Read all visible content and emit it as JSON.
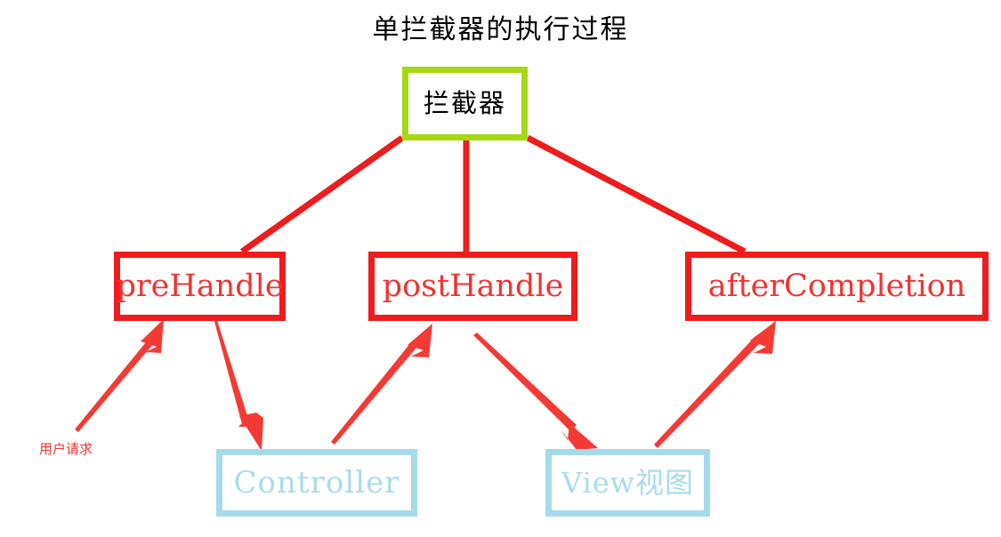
{
  "diagram": {
    "title": "单拦截器的执行过程",
    "background": "#ffffff",
    "colors": {
      "interceptor_border": "#a6d816",
      "handler_border": "#ee1c1c",
      "handler_text": "#f0342f",
      "view_border": "#a4dbeb",
      "view_text": "#a8dcec",
      "connector_line": "#ee1c1c",
      "arrow": "#f43a34",
      "title_text": "#000000"
    },
    "nodes": {
      "interceptor": {
        "label": "拦截器"
      },
      "pre_handle": {
        "label": "preHandle"
      },
      "post_handle": {
        "label": "postHandle"
      },
      "after_completion": {
        "label": "afterCompletion"
      },
      "controller": {
        "label": "Controller"
      },
      "view": {
        "label": "View视图"
      }
    },
    "labels": {
      "user_request": "用户请求"
    },
    "connectors": [
      {
        "name": "interceptor-to-prehandle",
        "from": "interceptor",
        "to": "pre_handle",
        "style": "line"
      },
      {
        "name": "interceptor-to-posthandle",
        "from": "interceptor",
        "to": "post_handle",
        "style": "line"
      },
      {
        "name": "interceptor-to-aftercompletion",
        "from": "interceptor",
        "to": "after_completion",
        "style": "line"
      },
      {
        "name": "request-to-prehandle",
        "from": "user_request",
        "to": "pre_handle",
        "style": "arrow"
      },
      {
        "name": "prehandle-to-controller",
        "from": "pre_handle",
        "to": "controller",
        "style": "arrow"
      },
      {
        "name": "controller-to-posthandle",
        "from": "controller",
        "to": "post_handle",
        "style": "arrow"
      },
      {
        "name": "posthandle-to-view",
        "from": "post_handle",
        "to": "view",
        "style": "arrow"
      },
      {
        "name": "view-to-aftercompletion",
        "from": "view",
        "to": "after_completion",
        "style": "arrow"
      }
    ]
  }
}
